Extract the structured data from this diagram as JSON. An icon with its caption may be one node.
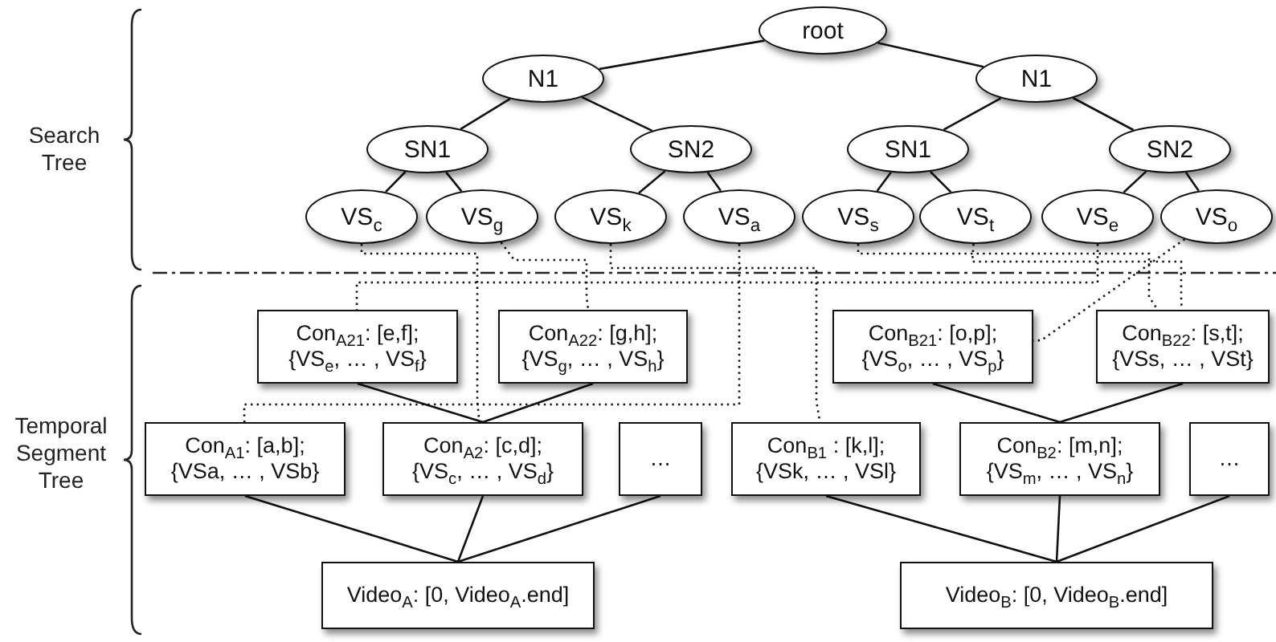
{
  "diagram": {
    "nodes": [
      {
        "text": [
          "root"
        ]
      },
      {
        "text": [
          "N1"
        ]
      },
      {
        "text": [
          "N1"
        ]
      },
      {
        "text": [
          "SN1"
        ]
      },
      {
        "text": [
          "SN2"
        ]
      },
      {
        "text": [
          "SN1"
        ]
      },
      {
        "text": [
          "SN2"
        ]
      },
      {
        "text": [
          "VS$_{c}$"
        ]
      },
      {
        "text": [
          "VS$_{g}$"
        ]
      },
      {
        "text": [
          "VS$_{k}$"
        ]
      },
      {
        "text": [
          "VS$_{a}$"
        ]
      },
      {
        "text": [
          "VS$_{s}$"
        ]
      },
      {
        "text": [
          "VS$_{t}$"
        ]
      },
      {
        "text": [
          "VS$_{e}$"
        ]
      },
      {
        "text": [
          "VS$_{o}$"
        ]
      },
      {
        "text": [
          "Con$_{A21}$: [e,f];",
          "{VS$_{e}$, … , VS$_{f}$}"
        ]
      },
      {
        "text": [
          "Con$_{A22}$: [g,h];",
          "{VS$_{g}$, … , VS$_{h}$}"
        ]
      },
      {
        "text": [
          "Con$_{B21}$: [o,p];",
          "{VS$_{o}$, … , VS$_{p}$}"
        ]
      },
      {
        "text": [
          "Con$_{B22}$: [s,t];",
          "{VSs, … , VSt}"
        ]
      },
      {
        "text": [
          "Con$_{A1}$: [a,b];",
          "{VSa, … , VSb}"
        ]
      },
      {
        "text": [
          "Con$_{A2}$: [c,d];",
          "{VS$_{c}$, … , VS$_{d}$}"
        ]
      },
      {
        "text": [
          "…"
        ]
      },
      {
        "text": [
          "Con$_{B1}$ : [k,l];",
          "{VSk, … , VSl}"
        ]
      },
      {
        "text": [
          "Con$_{B2}$: [m,n];",
          "{VS$_{m}$, … , VS$_{n}$}"
        ]
      },
      {
        "text": [
          "…"
        ]
      },
      {
        "text": [
          "Video$_{A}$: [0, Video$_{A}$.end]"
        ]
      },
      {
        "text": [
          "Video$_{B}$: [0, Video$_{B}$.end]"
        ]
      }
    ],
    "edges": [
      {
        "from": 0,
        "to": 1,
        "arrow": "none"
      },
      {
        "from": 0,
        "to": 2,
        "arrow": "none"
      },
      {
        "from": 1,
        "to": 3,
        "arrow": "none"
      },
      {
        "from": 1,
        "to": 4,
        "arrow": "none"
      },
      {
        "from": 2,
        "to": 5,
        "arrow": "none"
      },
      {
        "from": 2,
        "to": 6,
        "arrow": "none"
      },
      {
        "from": 3,
        "to": 7,
        "arrow": "none"
      },
      {
        "from": 3,
        "to": 8,
        "arrow": "none"
      },
      {
        "from": 4,
        "to": 9,
        "arrow": "none"
      },
      {
        "from": 4,
        "to": 10,
        "arrow": "none"
      },
      {
        "from": 5,
        "to": 11,
        "arrow": "none"
      },
      {
        "from": 5,
        "to": 12,
        "arrow": "none"
      },
      {
        "from": 6,
        "to": 13,
        "arrow": "none"
      },
      {
        "from": 6,
        "to": 14,
        "arrow": "none"
      },
      {
        "from": 15,
        "to": 20,
        "arrow": "none"
      },
      {
        "from": 16,
        "to": 20,
        "arrow": "none"
      },
      {
        "from": 17,
        "to": 23,
        "arrow": "none"
      },
      {
        "from": 18,
        "to": 23,
        "arrow": "none"
      },
      {
        "from": 19,
        "to": 25,
        "arrow": "none"
      },
      {
        "from": 20,
        "to": 25,
        "arrow": "none"
      },
      {
        "from": 21,
        "to": 25,
        "arrow": "none"
      },
      {
        "from": 22,
        "to": 26,
        "arrow": "none"
      },
      {
        "from": 23,
        "to": 26,
        "arrow": "none"
      },
      {
        "from": 24,
        "to": 26,
        "arrow": "none"
      },
      {
        "from": 7,
        "to": 20,
        "arrow": "none",
        "style": "dashed"
      },
      {
        "from": 8,
        "to": 16,
        "arrow": "none",
        "style": "dashed"
      },
      {
        "from": 9,
        "to": 22,
        "arrow": "none",
        "style": "dashed"
      },
      {
        "from": 10,
        "to": 19,
        "arrow": "none",
        "style": "dashed"
      },
      {
        "from": 11,
        "to": 18,
        "arrow": "none",
        "style": "dashed"
      },
      {
        "from": 12,
        "to": 18,
        "arrow": "none",
        "style": "dashed"
      },
      {
        "from": 13,
        "to": 15,
        "arrow": "none",
        "style": "dashed"
      },
      {
        "from": 14,
        "to": 17,
        "arrow": "none",
        "style": "dashed"
      }
    ],
    "labels": [
      "Search Tree",
      "Temporal Segment Tree"
    ]
  }
}
